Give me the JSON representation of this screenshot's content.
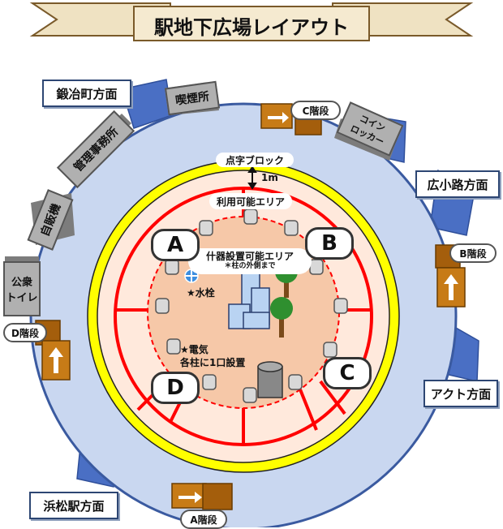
{
  "title": "駅地下広場レイアウト",
  "directions": {
    "kajimachi": "鍛冶町方面",
    "hirokoji": "広小路方面",
    "act": "アクト方面",
    "hamamatsu": "浜松駅方面"
  },
  "stairs": {
    "a": "A階段",
    "b": "B階段",
    "c": "C階段",
    "d": "D階段"
  },
  "facilities": {
    "smoking": "喫煙所",
    "office": "管理事務所",
    "vending": "自販機",
    "toilet_line1": "公衆",
    "toilet_line2": "トイレ",
    "locker_line1": "コイン",
    "locker_line2": "ロッカー"
  },
  "tactile": {
    "label": "点字ブロック",
    "distance": "1m"
  },
  "usable_area": "利用可能エリア",
  "fixture_area": {
    "line1": "什器設置可能エリア",
    "line2": "＊柱の外側まで"
  },
  "water": "★水栓",
  "electric": {
    "line1": "★電気",
    "line2": "各柱に1口設置"
  },
  "zones": [
    "A",
    "B",
    "C",
    "D"
  ],
  "colors": {
    "outer_ring": "#c9d7f0",
    "tactile_ring": "#ffff00",
    "area_outline": "#ff0000",
    "area_fill": "#ffe9dc",
    "inner_fill": "#f6c8a8",
    "structure_blue": "#4a6fc4",
    "stairs_gold": "#c77b17"
  }
}
